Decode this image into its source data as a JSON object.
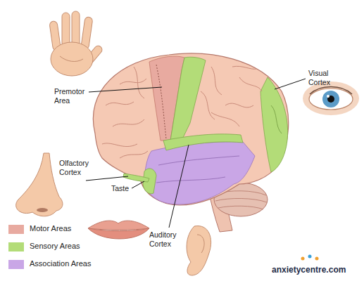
{
  "diagram": {
    "labels": [
      "Premotor Area",
      "Visual Cortex",
      "Olfactory Cortex",
      "Taste",
      "Auditory Cortex",
      "anxietycentre.com"
    ],
    "legend": [
      {
        "text": "Motor Areas",
        "color": "#e8aaa0"
      },
      {
        "text": "Sensory Areas",
        "color": "#b3dc78"
      },
      {
        "text": "Association Areas",
        "color": "#c9a6e6"
      }
    ]
  }
}
